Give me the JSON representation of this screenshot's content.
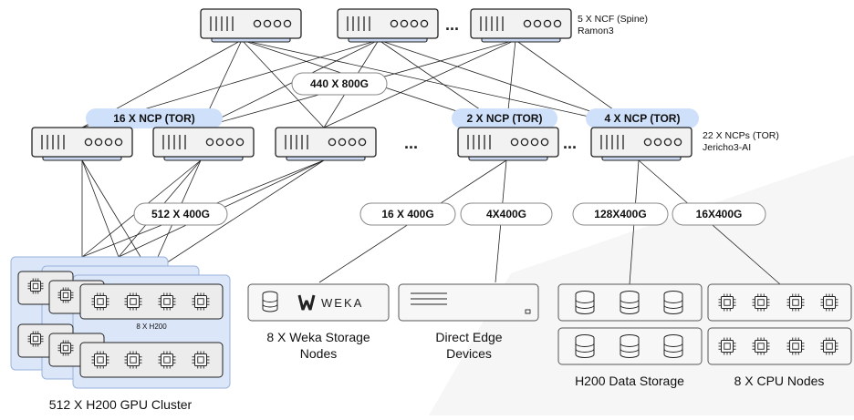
{
  "spine": {
    "count_label": "5 X NCF (Spine)",
    "model_label": "Ramon3",
    "ellipsis": "..."
  },
  "tor": {
    "count_label": "22 X NCPs (TOR)",
    "model_label": "Jericho3-AI",
    "ellipsis": "..."
  },
  "pills": {
    "spine_link": "440 X 800G",
    "tor_group_a": "16 X NCP (TOR)",
    "tor_group_b": "2 X NCP (TOR)",
    "tor_group_c": "4 X NCP (TOR)",
    "gpu_link": "512 X 400G",
    "weka_link": "16 X 400G",
    "edge_link": "4X400G",
    "storage_link": "128X400G",
    "cpu_link": "16X400G"
  },
  "gpu_cluster": {
    "node_label": "8 X H200",
    "caption": "512 X H200 GPU Cluster"
  },
  "weka": {
    "logo_text": "WEKA",
    "caption_line1": "8 X Weka Storage",
    "caption_line2": "Nodes"
  },
  "edge": {
    "caption_line1": "Direct Edge",
    "caption_line2": "Devices"
  },
  "storage": {
    "caption": "H200 Data Storage"
  },
  "cpu": {
    "caption": "8 X CPU Nodes"
  },
  "colors": {
    "device_base": "#c9d8f0",
    "tor_highlight": "#cfe0fa",
    "gpu_sheet": "#dbe6f9"
  }
}
